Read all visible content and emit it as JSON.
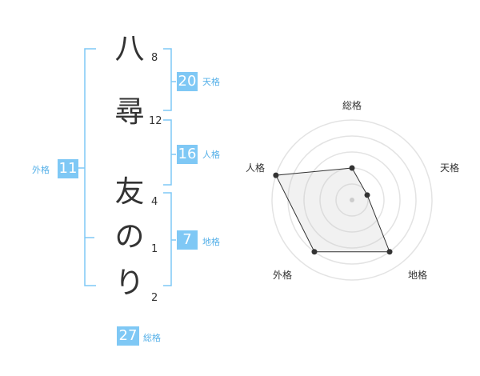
{
  "name_chars": [
    {
      "char": "八",
      "strokes": "8"
    },
    {
      "char": "尋",
      "strokes": "12"
    },
    {
      "char": "友",
      "strokes": "4"
    },
    {
      "char": "の",
      "strokes": "1"
    },
    {
      "char": "り",
      "strokes": "2"
    }
  ],
  "scores": {
    "tenkaku": {
      "value": "20",
      "label": "天格"
    },
    "jinkaku": {
      "value": "16",
      "label": "人格"
    },
    "chikaku": {
      "value": "7",
      "label": "地格"
    },
    "gaikaku": {
      "value": "11",
      "label": "外格"
    },
    "soukaku": {
      "value": "27",
      "label": "総格"
    }
  },
  "radar": {
    "axis_labels": [
      "総格",
      "天格",
      "地格",
      "外格",
      "人格"
    ],
    "values": [
      2,
      1,
      4,
      4,
      5
    ],
    "max": 5
  },
  "colors": {
    "accent": "#7fc8f5",
    "label": "#55b0e8",
    "bracket": "#7fc8f5",
    "text": "#333333"
  }
}
